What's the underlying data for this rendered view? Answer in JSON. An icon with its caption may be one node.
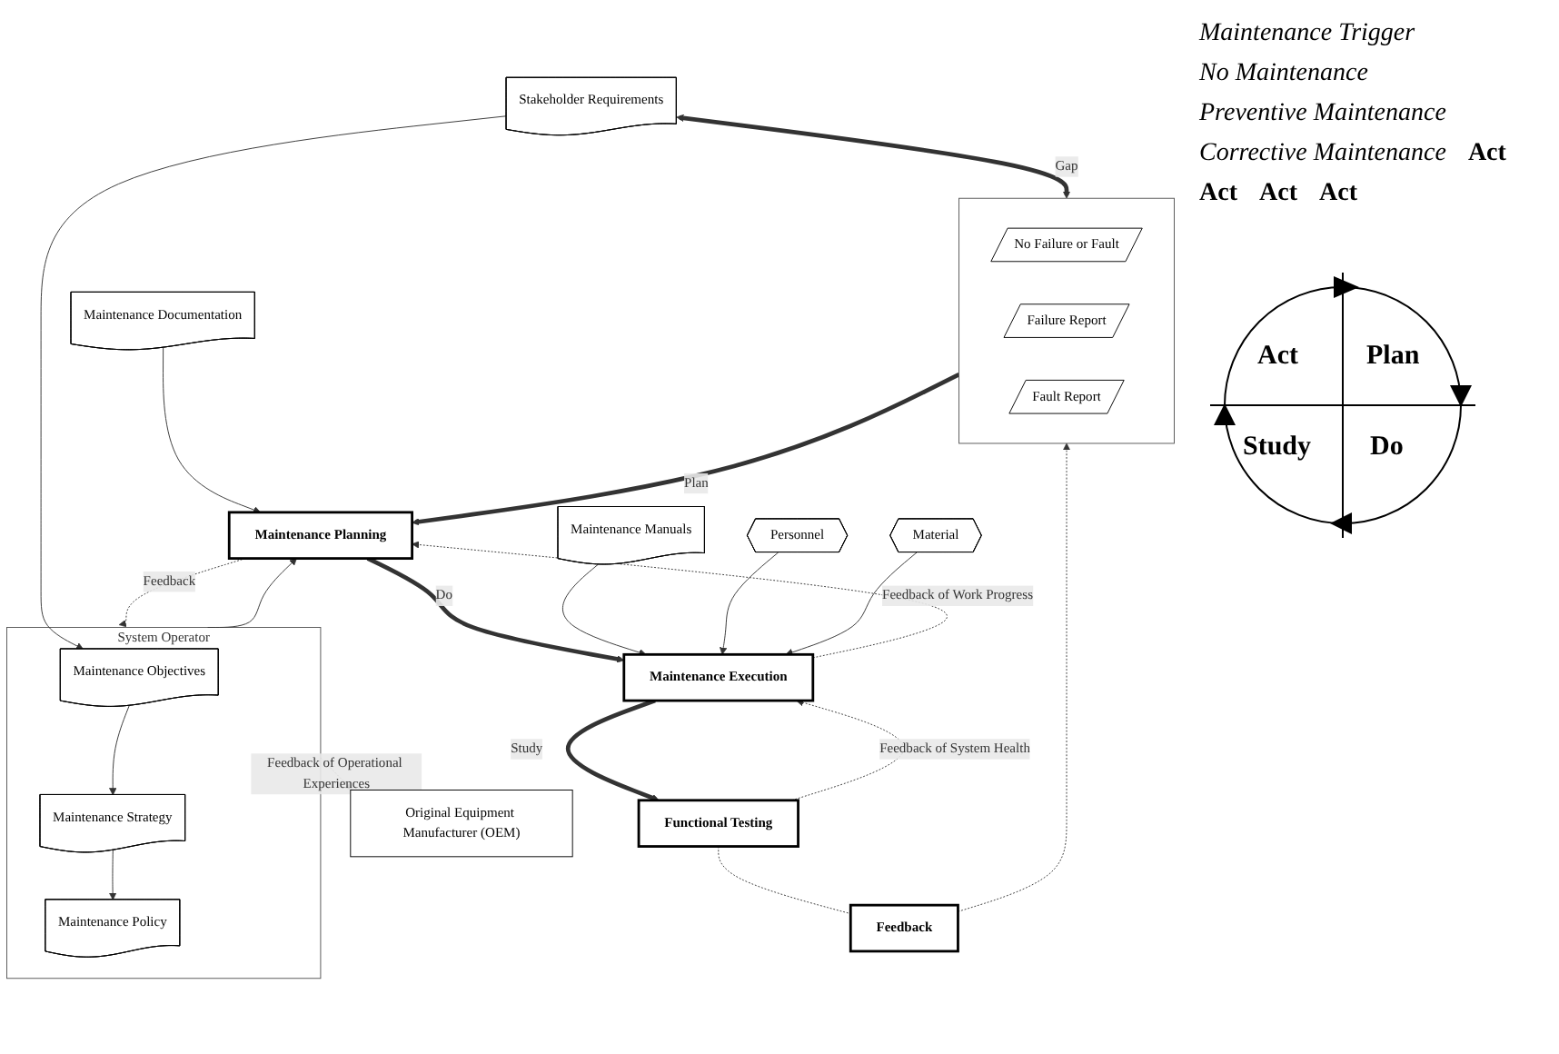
{
  "diagram": {
    "nodes": [
      {
        "text": [
          "Stakeholder Requirements"
        ]
      },
      {
        "text": [
          "System Operator"
        ]
      },
      {
        "text": [
          "Maintenance Objectives"
        ],
        "in": 1
      },
      {
        "text": [
          "Maintenance Strategy"
        ],
        "in": 1
      },
      {
        "text": [
          "Maintenance Policy"
        ],
        "in": 1
      },
      {
        "text": [
          "Original Equipment Manufacturer (OEM)"
        ]
      },
      {
        "text": [],
        "shape": "box"
      },
      {
        "text": [
          "No Failure or Fault"
        ],
        "in": 6
      },
      {
        "text": [
          "Failure Report"
        ],
        "in": 6
      },
      {
        "text": [
          "Fault Report"
        ],
        "in": 6
      },
      {
        "text": [
          "Maintenance Planning"
        ]
      },
      {
        "text": [
          "Maintenance Documentation"
        ]
      },
      {
        "text": [
          "Personnel"
        ]
      },
      {
        "text": [
          "Material"
        ]
      },
      {
        "text": [
          "Maintenance Execution"
        ]
      },
      {
        "text": [
          "Maintenance Manuals"
        ]
      },
      {
        "text": [
          "Functional Testing"
        ]
      },
      {
        "text": [
          "Feedback"
        ]
      }
    ],
    "edges": [
      {
        "from": 0,
        "to": 2,
        "arrow": "to"
      },
      {
        "from": 2,
        "to": 3,
        "arrow": "to"
      },
      {
        "from": 3,
        "to": 4,
        "arrow": "to"
      },
      {
        "from": 0,
        "to": 6,
        "arrow": "both",
        "label": "Gap",
        "style": "thick"
      },
      {
        "from": 6,
        "to": 10,
        "arrow": "to",
        "label": "Plan",
        "style": "thick"
      },
      {
        "from": 1,
        "to": 10,
        "arrow": "to"
      },
      {
        "from": 10,
        "to": 1,
        "arrow": "to",
        "label": "Feedback",
        "style": "dashed"
      },
      {
        "from": 11,
        "to": 10,
        "arrow": "to"
      },
      {
        "from": 10,
        "to": 14,
        "arrow": "to",
        "label": "Do",
        "style": "thick"
      },
      {
        "from": 14,
        "to": 10,
        "arrow": "to",
        "label": "Feedback of Work Progress",
        "style": "dashed"
      },
      {
        "from": 15,
        "to": 14,
        "arrow": "to"
      },
      {
        "from": 12,
        "to": 14,
        "arrow": "to"
      },
      {
        "from": 13,
        "to": 14,
        "arrow": "to"
      },
      {
        "from": 14,
        "to": 16,
        "arrow": "to",
        "label": "Study",
        "style": "thick"
      },
      {
        "from": 16,
        "to": 14,
        "arrow": "to",
        "label": "Feedback of System Health",
        "style": "dashed"
      },
      {
        "from": 16,
        "to": 17,
        "arrow": "none",
        "style": "dashed"
      },
      {
        "from": 17,
        "to": 6,
        "arrow": "to",
        "style": "dashed"
      },
      {
        "from": 1,
        "to": 5,
        "arrow": "to",
        "label": "Feedback of Operational Experiences",
        "style": "dashed"
      }
    ],
    "labels": [
      "Maintenance Trigger",
      "No Maintenance",
      "Preventive Maintenance",
      "Corrective Maintenance",
      "Act",
      "Act",
      "Act",
      "Act",
      "Act",
      "Plan",
      "Study",
      "Do"
    ]
  }
}
